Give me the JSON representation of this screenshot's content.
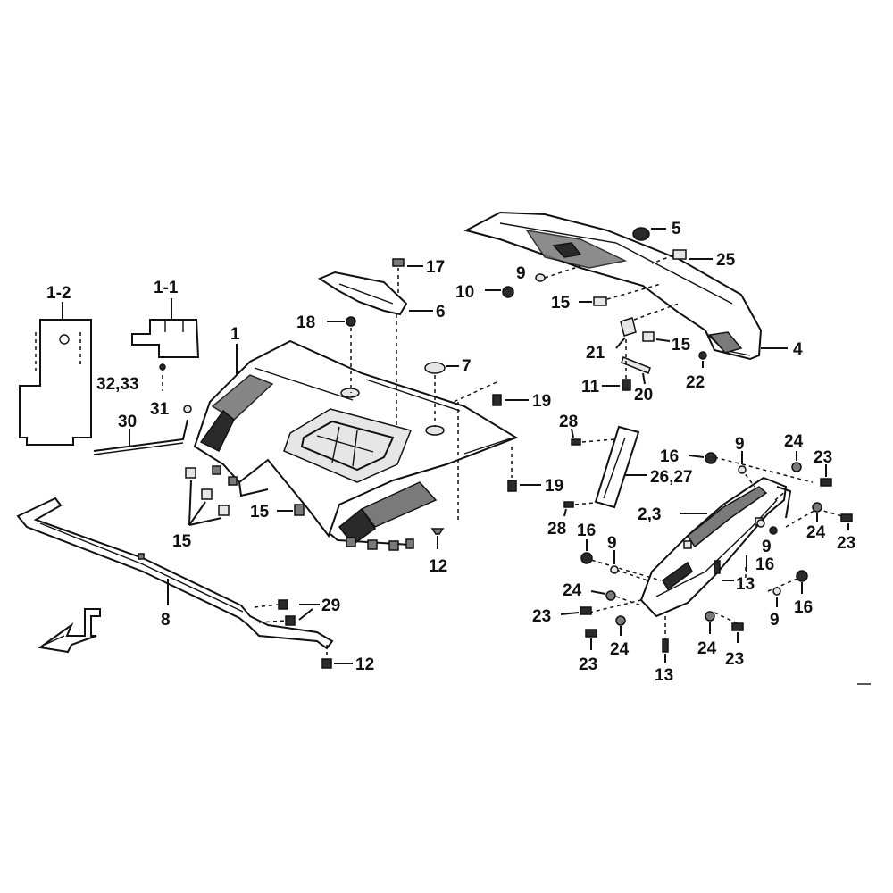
{
  "callouts": {
    "c1_2": "1-2",
    "c1_1": "1-1",
    "c1": "1",
    "c32_33": "32,33",
    "c31": "31",
    "c30": "30",
    "c18": "18",
    "c17": "17",
    "c6": "6",
    "c9_top": "9",
    "c10": "10",
    "c5": "5",
    "c25": "25",
    "c15_top": "15",
    "c21": "21",
    "c15_mid": "15",
    "c4": "4",
    "c7": "7",
    "c11": "11",
    "c20": "20",
    "c22": "22",
    "c19_a": "19",
    "c19_b": "19",
    "c28_a": "28",
    "c28_b": "28",
    "c26_27": "26,27",
    "c16_a": "16",
    "c9_a": "9",
    "c24_a": "24",
    "c23_a": "23",
    "c2_3": "2,3",
    "c24_b": "24",
    "c23_b": "23",
    "c9_b": "9",
    "c16_b": "16",
    "c13_a": "13",
    "c16_c": "16",
    "c9_c": "9",
    "c24_c": "24",
    "c23_c": "23",
    "c9_d": "9",
    "c16_d": "16",
    "c23_d": "23",
    "c24_d": "24",
    "c24_e": "24",
    "c23_e": "23",
    "c13_b": "13",
    "c15_left": "15",
    "c15_center": "15",
    "c12_a": "12",
    "c8": "8",
    "c29": "29",
    "c12_b": "12"
  },
  "icons": {
    "front_arrow": "front-direction-arrow-icon"
  }
}
